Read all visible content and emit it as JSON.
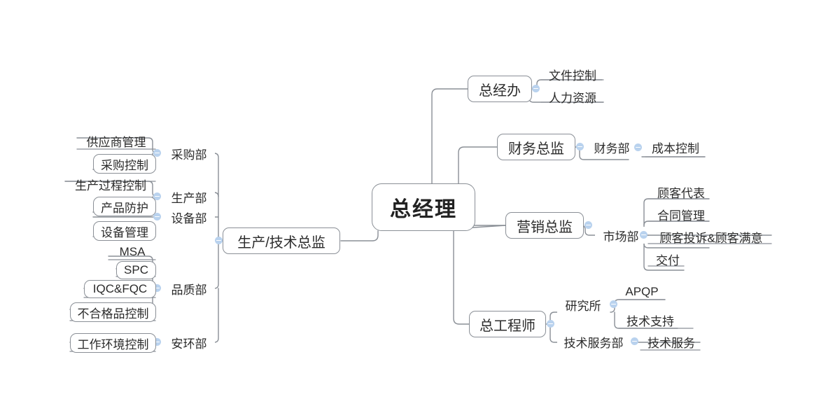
{
  "diagram": {
    "type": "mind-map",
    "title": "组织职能思维导图",
    "root": {
      "label": "总经理"
    },
    "branches": [
      {
        "label": "总经办",
        "side": "right",
        "children": [
          {
            "label": "文件控制",
            "children": []
          },
          {
            "label": "人力资源",
            "children": []
          }
        ]
      },
      {
        "label": "财务总监",
        "side": "right",
        "children": [
          {
            "label": "财务部",
            "children": [
              {
                "label": "成本控制"
              }
            ]
          }
        ]
      },
      {
        "label": "营销总监",
        "side": "right",
        "children": [
          {
            "label": "市场部",
            "children": [
              {
                "label": "顾客代表"
              },
              {
                "label": "合同管理"
              },
              {
                "label": "顾客投诉&顾客满意"
              },
              {
                "label": "交付"
              }
            ]
          }
        ]
      },
      {
        "label": "总工程师",
        "side": "right",
        "children": [
          {
            "label": "研究所",
            "children": [
              {
                "label": "APQP"
              },
              {
                "label": "技术支持"
              }
            ]
          },
          {
            "label": "技术服务部",
            "children": [
              {
                "label": "技术服务"
              }
            ]
          }
        ]
      },
      {
        "label": "生产/技术总监",
        "side": "left",
        "children": [
          {
            "label": "采购部",
            "children": [
              {
                "label": "供应商管理"
              },
              {
                "label": "采购控制"
              }
            ]
          },
          {
            "label": "生产部",
            "children": [
              {
                "label": "生产过程控制"
              },
              {
                "label": "产品防护"
              }
            ]
          },
          {
            "label": "设备部",
            "children": [
              {
                "label": "设备管理"
              }
            ]
          },
          {
            "label": "品质部",
            "children": [
              {
                "label": "MSA"
              },
              {
                "label": "SPC"
              },
              {
                "label": "IQC&FQC"
              },
              {
                "label": "不合格品控制"
              }
            ]
          },
          {
            "label": "安环部",
            "children": [
              {
                "label": "工作环境控制"
              }
            ]
          }
        ]
      }
    ],
    "colors": {
      "stroke": "#8a8f96",
      "text": "#2b2b2b",
      "handle": "#b9d2ee",
      "background": "#ffffff"
    },
    "handles": {
      "icon": "collapse-minus-icon",
      "count": 12
    }
  },
  "nodes": {
    "root": "总经理",
    "zongjingban": "总经办",
    "wenjiankongzhi": "文件控制",
    "renliziyuan": "人力资源",
    "caiwuzongjian": "财务总监",
    "caiwubu": "财务部",
    "chengbenkongzhi": "成本控制",
    "yingxiaozongjian": "营销总监",
    "shichangbu": "市场部",
    "gukedaibiao": "顾客代表",
    "hetongguanli": "合同管理",
    "gukemanyi": "顾客投诉&顾客满意",
    "jiaofu": "交付",
    "zonggongchengshi": "总工程师",
    "yanjiusuo": "研究所",
    "apqp": "APQP",
    "jishuzhichi": "技术支持",
    "jishufuwubu": "技术服务部",
    "jishufuwu": "技术服务",
    "shengchanzongjian": "生产/技术总监",
    "caigoubu": "采购部",
    "gongyingshangguanli": "供应商管理",
    "caigoukongzhi": "采购控制",
    "shengchanbu": "生产部",
    "shengchanguochengkongzhi": "生产过程控制",
    "chanpinfanghu": "产品防护",
    "shebeibu": "设备部",
    "shebeiguanli": "设备管理",
    "pinzhibu": "品质部",
    "msa": "MSA",
    "spc": "SPC",
    "iqcfqc": "IQC&FQC",
    "buhegepinkongzhi": "不合格品控制",
    "anhuanbu": "安环部",
    "gongzuohuanjingkongzhi": "工作环境控制"
  }
}
